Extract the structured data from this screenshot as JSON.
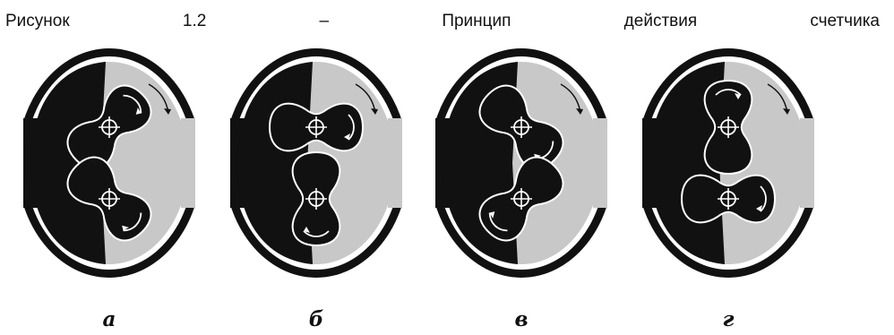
{
  "caption": {
    "word1": "Рисунок",
    "number": "1.2",
    "dash": "–",
    "word2": "Принцип",
    "word3": "действия",
    "word4": "счетчика"
  },
  "figures": [
    {
      "label": "а",
      "rotor_angle_deg": 45
    },
    {
      "label": "б",
      "rotor_angle_deg": 90
    },
    {
      "label": "в",
      "rotor_angle_deg": 135
    },
    {
      "label": "г",
      "rotor_angle_deg": 0
    }
  ],
  "colors": {
    "fill_dark": "#111111",
    "fill_light": "#c8c8c8",
    "outline": "#ffffff"
  }
}
